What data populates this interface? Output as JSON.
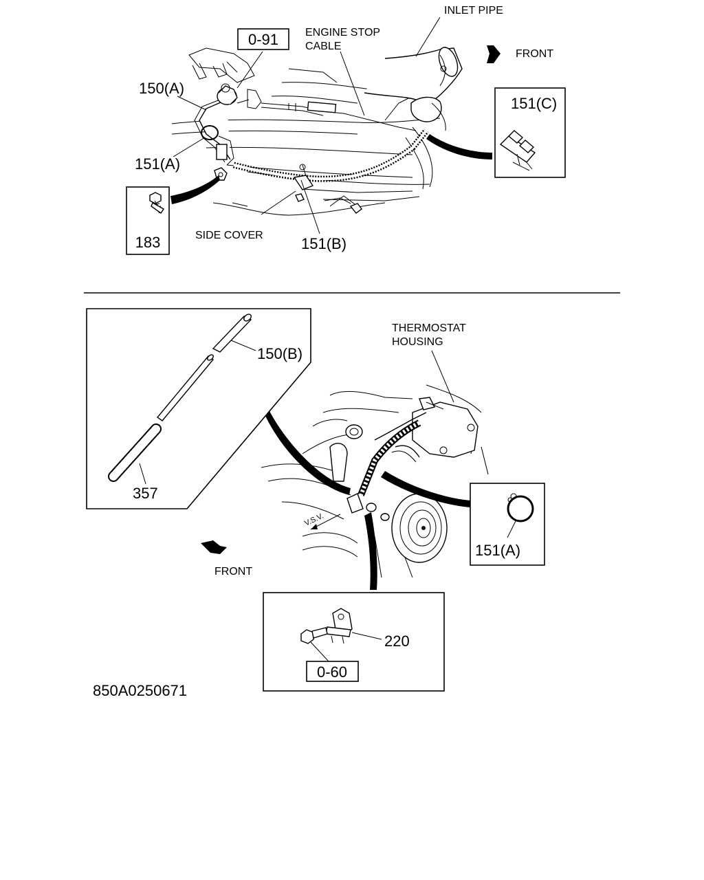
{
  "top": {
    "labels": {
      "inlet_pipe": "INLET PIPE",
      "front": "FRONT",
      "engine_stop": "ENGINE STOP",
      "cable": "CABLE",
      "torque_091": "0-91",
      "p150a": "150(A)",
      "p151a": "151(A)",
      "p151b": "151(B)",
      "p151c": "151(C)",
      "p183": "183",
      "side_cover": "SIDE COVER"
    }
  },
  "bottom": {
    "labels": {
      "thermostat": "THERMOSTAT",
      "housing": "HOUSING",
      "p150b": "150(B)",
      "p357": "357",
      "vsv": "V.S.V.",
      "front": "FRONT",
      "p151a": "151(A)",
      "p220": "220",
      "torque_060": "0-60"
    }
  },
  "figure_code": "850A0250671"
}
